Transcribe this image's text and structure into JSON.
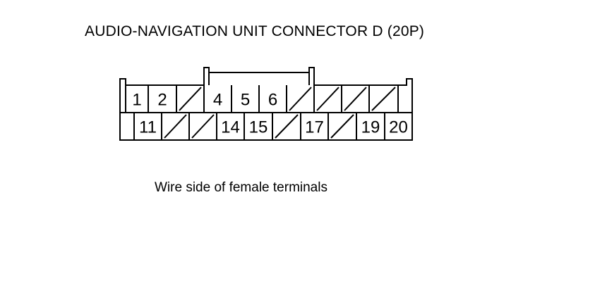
{
  "title": "AUDIO-NAVIGATION UNIT CONNECTOR D (20P)",
  "caption": "Wire side of female terminals",
  "colors": {
    "line": "#000000",
    "background": "#ffffff"
  },
  "connector": {
    "top_row": [
      {
        "label": "1",
        "empty": false
      },
      {
        "label": "2",
        "empty": false
      },
      {
        "label": "",
        "empty": true
      },
      {
        "label": "4",
        "empty": false
      },
      {
        "label": "5",
        "empty": false
      },
      {
        "label": "6",
        "empty": false
      },
      {
        "label": "",
        "empty": true
      },
      {
        "label": "",
        "empty": true
      },
      {
        "label": "",
        "empty": true
      },
      {
        "label": "",
        "empty": true
      }
    ],
    "bottom_row": [
      {
        "label": "11",
        "empty": false
      },
      {
        "label": "",
        "empty": true
      },
      {
        "label": "",
        "empty": true
      },
      {
        "label": "14",
        "empty": false
      },
      {
        "label": "15",
        "empty": false
      },
      {
        "label": "",
        "empty": true
      },
      {
        "label": "17",
        "empty": false
      },
      {
        "label": "",
        "empty": true
      },
      {
        "label": "19",
        "empty": false
      },
      {
        "label": "20",
        "empty": false
      }
    ]
  }
}
